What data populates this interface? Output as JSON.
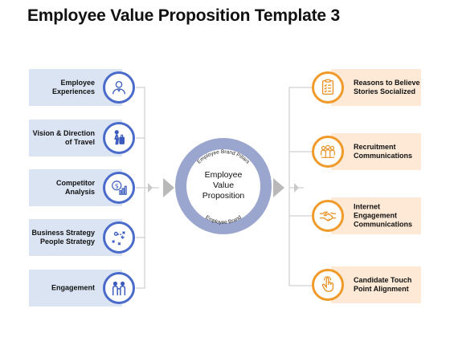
{
  "title": "Employee Value Proposition Template 3",
  "center": {
    "label_line1": "Employee",
    "label_line2": "Value",
    "label_line3": "Proposition",
    "ring_top": "Employee Brand Pillars",
    "ring_bottom": "Employee Brand"
  },
  "left_items": [
    {
      "line1": "Employee",
      "line2": "Experiences",
      "icon": "person-icon"
    },
    {
      "line1": "Vision & Direction",
      "line2": "of Travel",
      "icon": "traveler-icon"
    },
    {
      "line1": "Competitor",
      "line2": "Analysis",
      "icon": "money-growth-icon"
    },
    {
      "line1": "Business Strategy",
      "line2": "People Strategy",
      "icon": "strategy-plan-icon"
    },
    {
      "line1": "Engagement",
      "line2": "",
      "icon": "people-talking-icon"
    }
  ],
  "right_items": [
    {
      "line1": "Reasons to Believe",
      "line2": "Stories Socialized",
      "line3": "",
      "icon": "checklist-icon"
    },
    {
      "line1": "Recruitment",
      "line2": "Communications",
      "line3": "",
      "icon": "group-icon"
    },
    {
      "line1": "Internet",
      "line2": "Engagement",
      "line3": "Communications",
      "icon": "handshake-icon"
    },
    {
      "line1": "Candidate Touch",
      "line2": "Point Alignment",
      "line3": "",
      "icon": "touch-icon"
    }
  ],
  "colors": {
    "left_box": "#dbe4f3",
    "left_icon_ring": "#4a6bc9",
    "right_box": "#fde9d5",
    "right_icon_ring": "#f09a2a",
    "center_ring": "#9aa6cd",
    "connector": "#b8b8b8"
  }
}
